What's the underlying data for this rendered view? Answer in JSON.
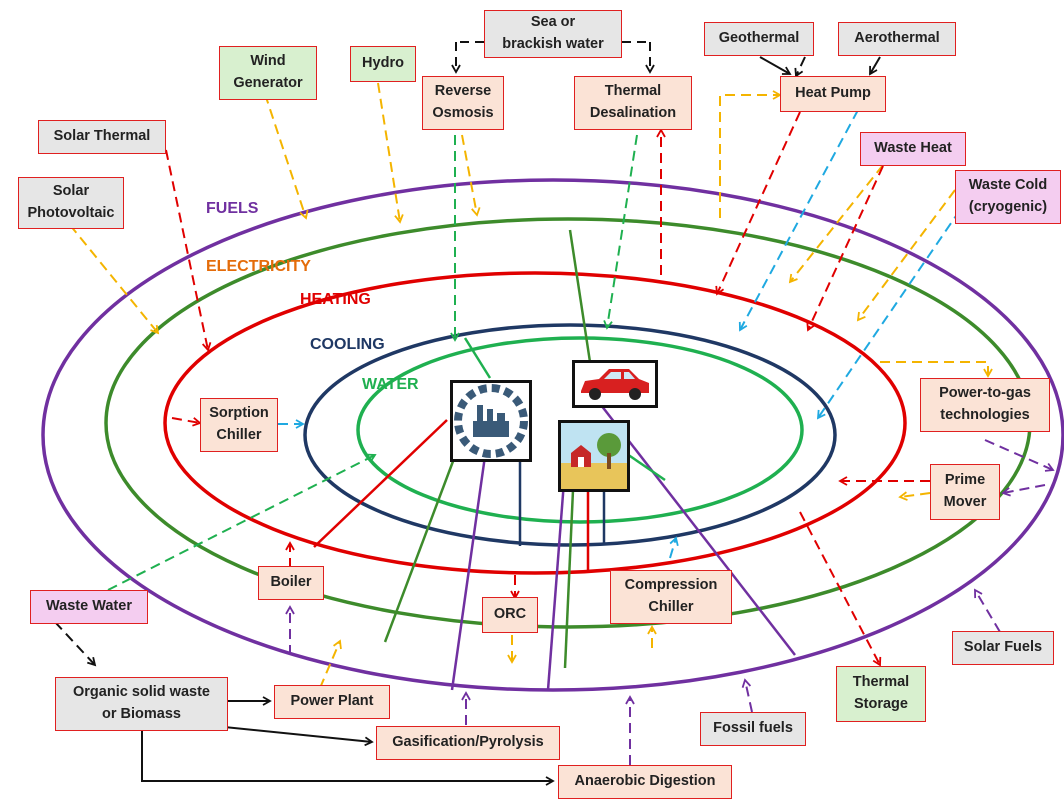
{
  "rings": {
    "fuels": {
      "label": "FUELS",
      "color": "#7030a0"
    },
    "electricity": {
      "label": "ELECTRICITY",
      "color": "#e46c0a"
    },
    "heating": {
      "label": "HEATING",
      "color": "#e00000"
    },
    "cooling": {
      "label": "COOLING",
      "color": "#1f3864"
    },
    "water": {
      "label": "WATER",
      "color": "#1fb050"
    }
  },
  "boxes": {
    "sea_water": "Sea or\nbrackish water",
    "geothermal": "Geothermal",
    "aerothermal": "Aerothermal",
    "wind_generator": "Wind\nGenerator",
    "hydro": "Hydro",
    "reverse_osmosis": "Reverse\nOsmosis",
    "thermal_desalination": "Thermal\nDesalination",
    "heat_pump": "Heat Pump",
    "solar_thermal": "Solar Thermal",
    "waste_heat": "Waste Heat",
    "solar_photovoltaic": "Solar\nPhotovoltaic",
    "waste_cold": "Waste Cold\n(cryogenic)",
    "sorption_chiller": "Sorption\nChiller",
    "power_to_gas": "Power-to-gas\ntechnologies",
    "prime_mover": "Prime\nMover",
    "boiler": "Boiler",
    "compression_chiller": "Compression\nChiller",
    "orc": "ORC",
    "waste_water": "Waste Water",
    "solar_fuels": "Solar Fuels",
    "organic_waste": "Organic solid waste\nor Biomass",
    "power_plant": "Power Plant",
    "thermal_storage": "Thermal\nStorage",
    "fossil_fuels": "Fossil fuels",
    "gasification": "Gasification/Pyrolysis",
    "anaerobic_digestion": "Anaerobic Digestion"
  },
  "colors": {
    "box_border": "#e02020",
    "source_box": "#e6e6e6",
    "technology_box": "#fbe3d6",
    "renewable_box": "#d8f0cf",
    "waste_box": "#f4cdf0",
    "yellow_arrow": "#f4b400",
    "cyan_arrow": "#1fa9e1",
    "connector_black": "#111111"
  },
  "icons": [
    "industry-icon",
    "car-icon",
    "farm-icon"
  ]
}
